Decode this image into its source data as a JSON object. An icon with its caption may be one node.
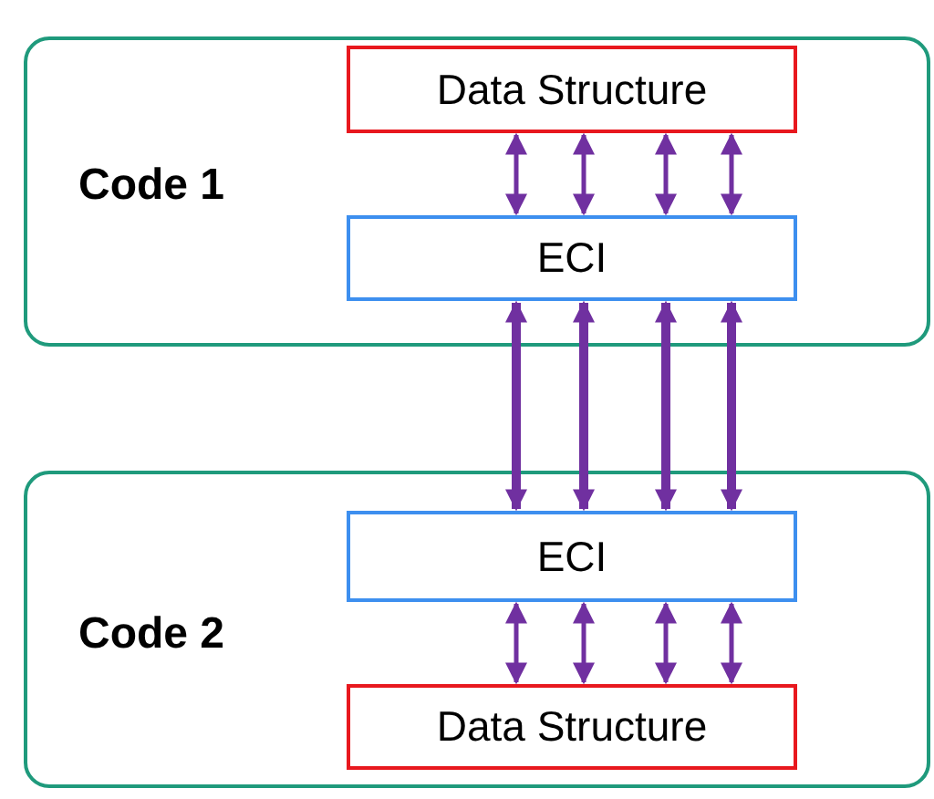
{
  "diagram": {
    "nodes": [
      {
        "text": [
          "Code 1"
        ]
      },
      {
        "text": [
          "Data Structure"
        ],
        "in": 0
      },
      {
        "text": [
          "ECI"
        ],
        "in": 0
      },
      {
        "text": [
          "Code 2"
        ]
      },
      {
        "text": [
          "ECI"
        ],
        "in": 3
      },
      {
        "text": [
          "Data Structure"
        ],
        "in": 3
      }
    ],
    "edges": [
      {
        "from": 1,
        "to": 2,
        "arrow": "both"
      },
      {
        "from": 1,
        "to": 2,
        "arrow": "both"
      },
      {
        "from": 1,
        "to": 2,
        "arrow": "both"
      },
      {
        "from": 1,
        "to": 2,
        "arrow": "both"
      },
      {
        "from": 2,
        "to": 4,
        "arrow": "both",
        "style": "thick"
      },
      {
        "from": 2,
        "to": 4,
        "arrow": "both",
        "style": "thick"
      },
      {
        "from": 2,
        "to": 4,
        "arrow": "both",
        "style": "thick"
      },
      {
        "from": 2,
        "to": 4,
        "arrow": "both",
        "style": "thick"
      },
      {
        "from": 4,
        "to": 5,
        "arrow": "both"
      },
      {
        "from": 4,
        "to": 5,
        "arrow": "both"
      },
      {
        "from": 4,
        "to": 5,
        "arrow": "both"
      },
      {
        "from": 4,
        "to": 5,
        "arrow": "both"
      }
    ]
  }
}
